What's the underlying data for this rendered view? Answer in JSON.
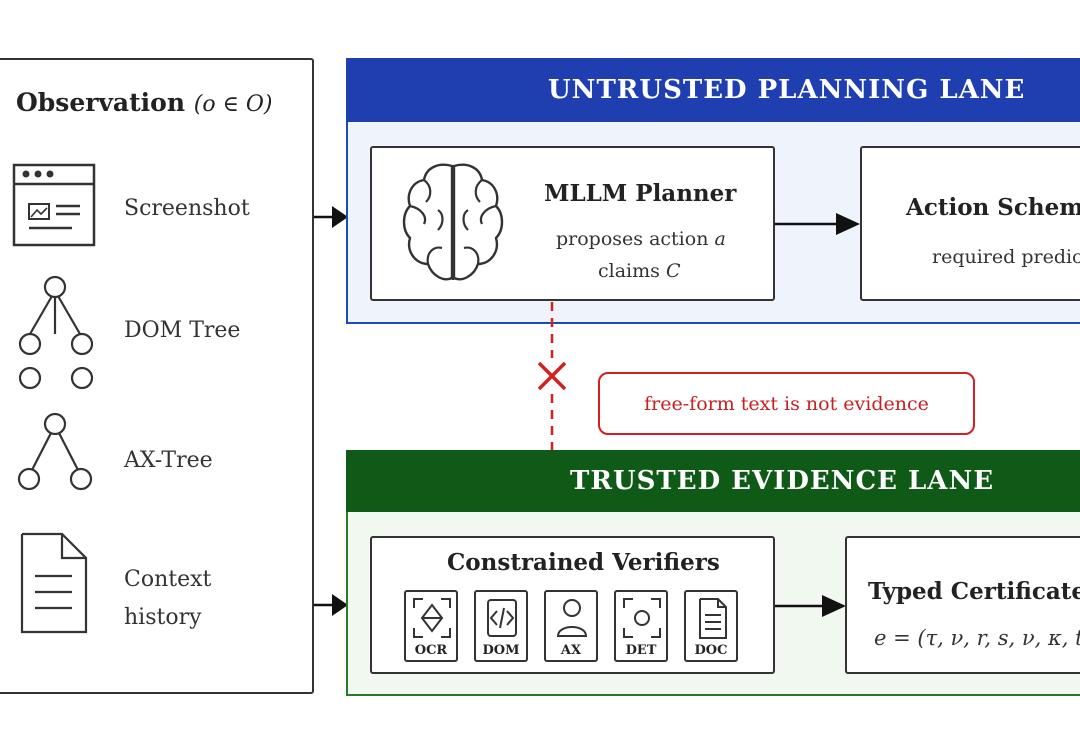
{
  "observation": {
    "title": "Observation",
    "math": "(o ∈ O)",
    "items": [
      {
        "label": "Screenshot",
        "icon": "screenshot-icon"
      },
      {
        "label": "DOM Tree",
        "icon": "dom-tree-icon"
      },
      {
        "label": "AX-Tree",
        "icon": "ax-tree-icon"
      },
      {
        "label_line1": "Context",
        "label_line2": "history",
        "icon": "document-icon"
      }
    ]
  },
  "planning_lane": {
    "title": "UNTRUSTED PLANNING LANE",
    "planner": {
      "title": "MLLM Planner",
      "line1": "proposes action",
      "line1_var": "a",
      "line2": "claims",
      "line2_var": "C"
    },
    "schema": {
      "title": "Action Schema",
      "line1": "required predica"
    }
  },
  "note": "free-form text is not evidence",
  "evidence_lane": {
    "title": "TRUSTED EVIDENCE LANE",
    "verifiers": {
      "title": "Constrained Verifiers",
      "items": [
        "OCR",
        "DOM",
        "AX",
        "DET",
        "DOC"
      ]
    },
    "certificates": {
      "title": "Typed Certificates",
      "formula": "e = (τ, ν, r, s, ν, κ, t"
    }
  },
  "colors": {
    "planning": "#1f3fb0",
    "evidence": "#0f5a17",
    "alert": "#d21f1f"
  }
}
